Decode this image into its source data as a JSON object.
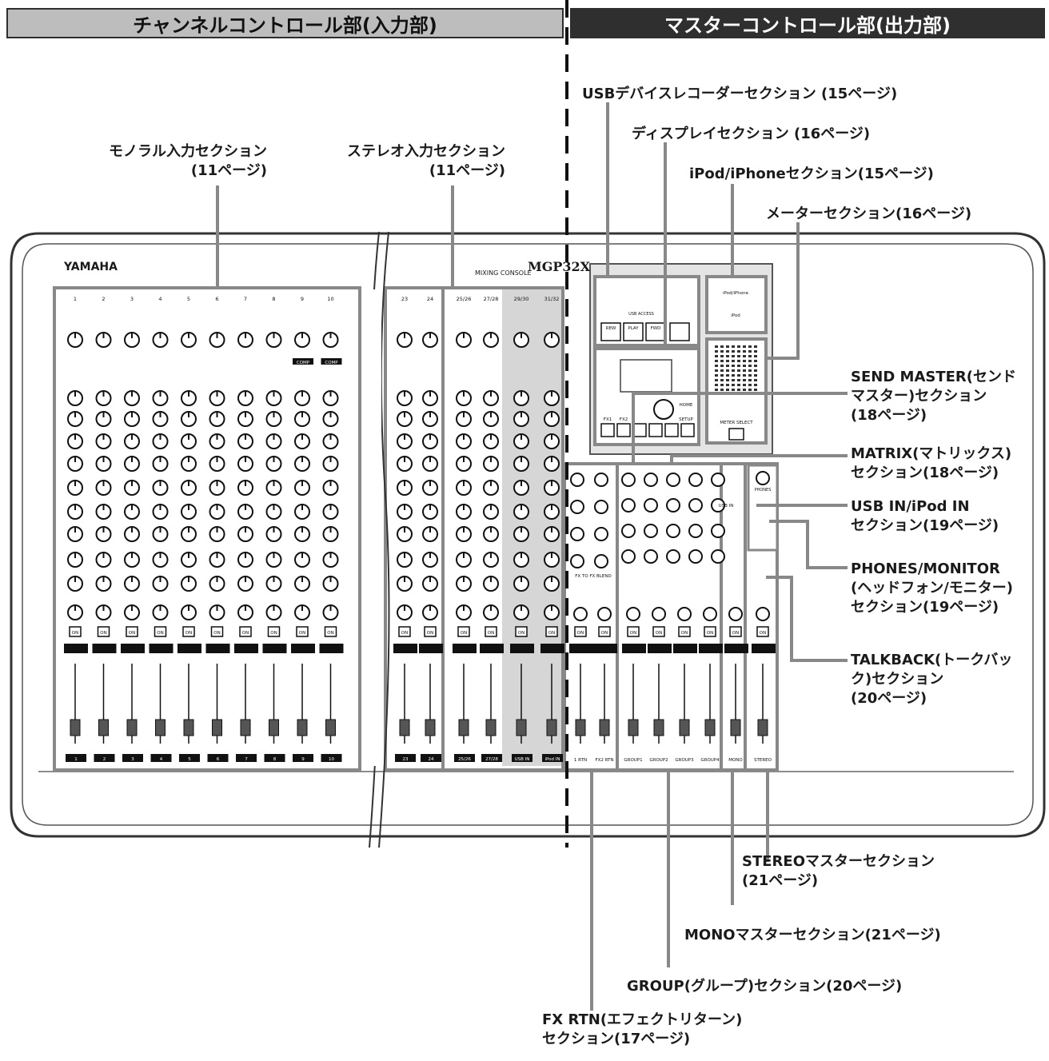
{
  "headers": {
    "input": "チャンネルコントロール部(入力部)",
    "output": "マスターコントロール部(出力部)"
  },
  "console": {
    "brand": "YAMAHA",
    "model_caption": "MIXING CONSOLE",
    "model": "MGP32X",
    "mono_channels": [
      "1",
      "2",
      "3",
      "4",
      "5",
      "6",
      "7",
      "8",
      "9",
      "10"
    ],
    "extra_mono_channels": [
      "23",
      "24"
    ],
    "stereo_channels": [
      "25/26",
      "27/28"
    ],
    "usb_ipod_channels": [
      "29/30",
      "31/32"
    ],
    "usb_ipod_strip_labels": [
      "USB IN",
      "iPod IN"
    ],
    "fx_rtn_labels": [
      "1 RTN",
      "FX2 RTN"
    ],
    "group_labels": [
      "GROUP1",
      "GROUP2",
      "GROUP3",
      "GROUP4"
    ],
    "mono_label": "MONO",
    "stereo_label": "STEREO",
    "on_label": "ON",
    "comp_label": "COMP",
    "usb_buttons": [
      "REW",
      "PLAY",
      "FWD"
    ],
    "usb_access": "USB ACCESS",
    "fx_buttons": [
      "FX1",
      "FX2"
    ],
    "home_label": "HOME",
    "setup_label": "SETUP",
    "meter_select": "METER SELECT",
    "ipod_slot": "iPod/iPhone",
    "ipod_led": "iPod",
    "phones_label": "PHONES",
    "usb_in_label": "USB IN",
    "fx_blend": "FX TO FX BLEND"
  },
  "callouts": {
    "mono_input": [
      "モノラル入力セクション",
      "(11ページ)"
    ],
    "stereo_input": [
      "ステレオ入力セクション",
      "(11ページ)"
    ],
    "usb_recorder": [
      "USBデバイスレコーダーセクション (15ページ)"
    ],
    "display": [
      "ディスプレイセクション (16ページ)"
    ],
    "ipod": [
      "iPod/iPhoneセクション(15ページ)"
    ],
    "meter": [
      "メーターセクション(16ページ)"
    ],
    "send_master": [
      "SEND MASTER(センド",
      "マスター)セクション",
      "(18ページ)"
    ],
    "matrix": [
      "MATRIX(マトリックス)",
      "セクション(18ページ)"
    ],
    "usb_in": [
      "USB IN/iPod IN",
      "セクション(19ページ)"
    ],
    "phones": [
      "PHONES/MONITOR",
      "(ヘッドフォン/モニター)",
      "セクション(19ページ)"
    ],
    "talkback": [
      "TALKBACK(トークバッ",
      "ク)セクション",
      "(20ページ)"
    ],
    "stereo_master": [
      "STEREOマスターセクション",
      "(21ページ)"
    ],
    "mono_master": [
      "MONOマスターセクション(21ページ)"
    ],
    "group": [
      "GROUP(グループ)セクション(20ページ)"
    ],
    "fx_rtn": [
      "FX RTN(エフェクトリターン)",
      "セクション(17ページ)"
    ]
  }
}
